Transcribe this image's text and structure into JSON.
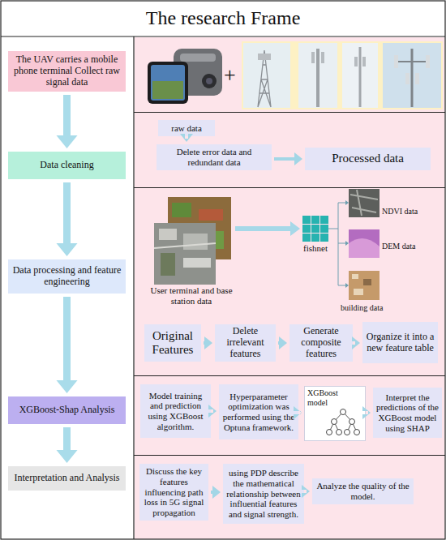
{
  "diagram": {
    "title": "The research Frame",
    "nodes": [
      {
        "text": [
          "The UAV carries a mobile phone terminal Collect raw signal data"
        ]
      },
      {
        "text": [
          "Data cleaning"
        ]
      },
      {
        "text": [
          "Data processing and feature engineering"
        ]
      },
      {
        "text": [
          "XGBoost-Shap Analysis"
        ]
      },
      {
        "text": [
          "Interpretation and Analysis"
        ]
      },
      {
        "text": [
          "raw data"
        ]
      },
      {
        "text": [
          "Delete error data and redundant data"
        ]
      },
      {
        "text": [
          "Processed data"
        ]
      },
      {
        "text": [
          "Original Features"
        ]
      },
      {
        "text": [
          "Delete irrelevant features"
        ]
      },
      {
        "text": [
          "Generate composite features"
        ]
      },
      {
        "text": [
          "Organize it into a new feature table"
        ]
      },
      {
        "text": [
          "Model training and prediction using XGBoost algorithm."
        ]
      },
      {
        "text": [
          "Hyperparameter optimization was performed using the Optuna framework."
        ]
      },
      {
        "text": [
          "XGBoost model"
        ]
      },
      {
        "text": [
          "Interpret the predictions of the XGBoost model using SHAP"
        ]
      },
      {
        "text": [
          "Discuss the key features influencing path loss in 5G signal propagation"
        ]
      },
      {
        "text": [
          "using PDP describe the mathematical relationship between influential features and signal strength."
        ]
      },
      {
        "text": [
          "Analyze the quality of the model."
        ]
      }
    ],
    "edges": [
      {
        "from": 0,
        "to": 1,
        "arrow": "to"
      },
      {
        "from": 1,
        "to": 2,
        "arrow": "to"
      },
      {
        "from": 2,
        "to": 3,
        "arrow": "to"
      },
      {
        "from": 3,
        "to": 4,
        "arrow": "to"
      },
      {
        "from": 5,
        "to": 6,
        "arrow": "to"
      },
      {
        "from": 6,
        "to": 7,
        "arrow": "to"
      },
      {
        "from": 8,
        "to": 9,
        "arrow": "to"
      },
      {
        "from": 9,
        "to": 10,
        "arrow": "to"
      },
      {
        "from": 10,
        "to": 11,
        "arrow": "to"
      },
      {
        "from": 12,
        "to": 13,
        "arrow": "to"
      },
      {
        "from": 13,
        "to": 14,
        "arrow": "to"
      },
      {
        "from": 14,
        "to": 15,
        "arrow": "to"
      },
      {
        "from": 16,
        "to": 17,
        "arrow": "to"
      },
      {
        "from": 17,
        "to": 18,
        "arrow": "to"
      }
    ],
    "labels": [
      "+",
      "User terminal and base station data",
      "fishnet",
      "NDVI data",
      "DEM data",
      "building data"
    ]
  }
}
